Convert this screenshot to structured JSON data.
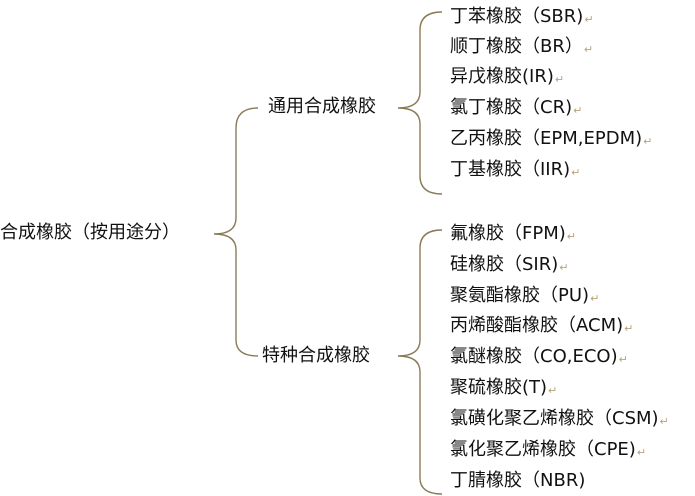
{
  "root": {
    "label": "合成橡胶（按用途分）"
  },
  "marker": "↵",
  "groups": [
    {
      "label": "通用合成橡胶",
      "items": [
        "丁苯橡胶（SBR)",
        "顺丁橡胶（BR）",
        "异戊橡胶(IR)",
        "氯丁橡胶（CR)",
        "乙丙橡胶（EPM,EPDM)",
        "丁基橡胶（IIR)"
      ]
    },
    {
      "label": "特种合成橡胶",
      "items": [
        "氟橡胶（FPM)",
        "硅橡胶（SIR)",
        "聚氨酯橡胶（PU)",
        "丙烯酸酯橡胶（ACM)",
        "氯醚橡胶（CO,ECO)",
        "聚硫橡胶(T)",
        "氯磺化聚乙烯橡胶（CSM)",
        "氯化聚乙烯橡胶（CPE)",
        "丁腈橡胶（NBR)"
      ]
    }
  ],
  "colors": {
    "brace": "#8a7a58",
    "text": "#111111",
    "marker": "#b8a27a"
  }
}
